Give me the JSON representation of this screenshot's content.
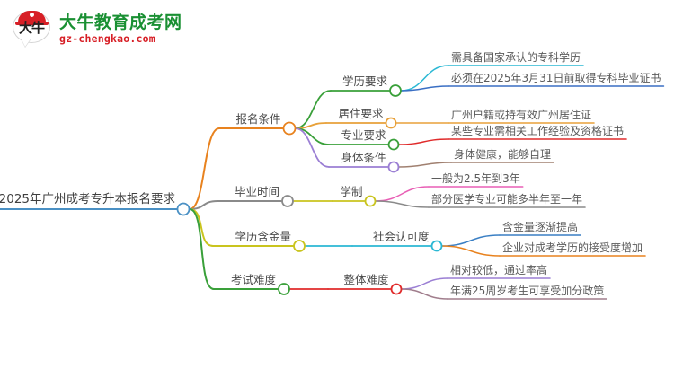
{
  "logo": {
    "mark_text": "大牛",
    "title": "大牛教育成考网",
    "url": "gz-chengkao.com"
  },
  "mindmap": {
    "root": {
      "label": "2025年广州成考专升本报名要求",
      "color": "#4a90c4"
    },
    "branches": [
      {
        "label": "报名条件",
        "color": "#e8821e",
        "children": [
          {
            "label": "学历要求",
            "color": "#3aa03a",
            "children": [
              {
                "label": "需具备国家承认的专科学历",
                "color": "#2bb8d4"
              },
              {
                "label": "必须在2025年3月31日前取得专科毕业证书",
                "color": "#3a6fc4"
              }
            ]
          },
          {
            "label": "居住要求",
            "color": "#e8a13a",
            "children": [
              {
                "label": "广州户籍或持有效广州居住证",
                "color": "#e8a13a"
              }
            ]
          },
          {
            "label": "专业要求",
            "color": "#3aa03a",
            "children": [
              {
                "label": "某些专业需相关工作经验及资格证书",
                "color": "#e02b2b"
              }
            ]
          },
          {
            "label": "身体条件",
            "color": "#9b7fd4",
            "children": [
              {
                "label": "身体健康，能够自理",
                "color": "#a08070"
              }
            ]
          }
        ]
      },
      {
        "label": "毕业时间",
        "color": "#8a8a8a",
        "children": [
          {
            "label": "学制",
            "color": "#c9c41e",
            "children": [
              {
                "label": "一般为2.5年到3年",
                "color": "#e85fb5"
              },
              {
                "label": "部分医学专业可能多半年至一年",
                "color": "#8a8a8a"
              }
            ]
          }
        ]
      },
      {
        "label": "学历含金量",
        "color": "#c9c41e",
        "children": [
          {
            "label": "社会认可度",
            "color": "#2bb8d4",
            "children": [
              {
                "label": "含金量逐渐提高",
                "color": "#3a7fc4"
              },
              {
                "label": "企业对成考学历的接受度增加",
                "color": "#e8821e"
              }
            ]
          }
        ]
      },
      {
        "label": "考试难度",
        "color": "#3aa03a",
        "children": [
          {
            "label": "整体难度",
            "color": "#e02b2b",
            "children": [
              {
                "label": "相对较低，通过率高",
                "color": "#9b7fd4"
              },
              {
                "label": "年满25周岁考生可享受加分政策",
                "color": "#a07d8c"
              }
            ]
          }
        ]
      }
    ]
  }
}
